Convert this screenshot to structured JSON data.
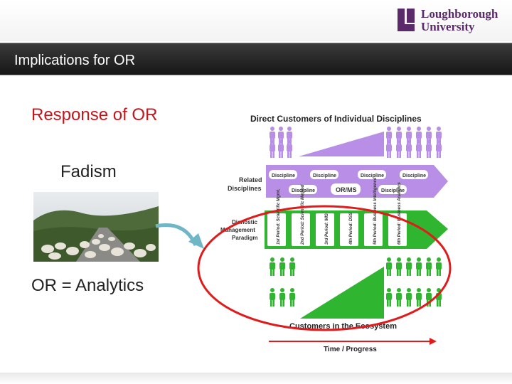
{
  "header": {
    "title": "Implications for OR"
  },
  "logo": {
    "line1": "Loughborough",
    "line2": "University",
    "color": "#5a2a6b"
  },
  "content": {
    "response": "Response of OR",
    "fadism": "Fadism",
    "analytics": "OR = Analytics"
  },
  "diagram": {
    "top_title": "Direct Customers of Individual Disciplines",
    "related_label_1": "Related",
    "related_label_2": "Disciplines",
    "disciplines": [
      "Discipline",
      "Discipline",
      "Discipline",
      "Discipline",
      "Discipline",
      "Discipline"
    ],
    "center_label": "OR/MS",
    "paradigm_1": "Dianostic",
    "paradigm_2": "Management",
    "paradigm_3": "Paradigm",
    "periods": [
      "1st Period: Scientific Mgmt.",
      "2nd Period: Scientific Method",
      "3rd Period: MIS",
      "4th Period: DSS",
      "5th Period: Business Intelligence",
      "6th Period: Business Analytics"
    ],
    "bottom_title": "Customers in the Ecosystem",
    "time_label": "Time / Progress",
    "colors": {
      "purple": "#b98ee6",
      "green": "#2fb52f",
      "red": "#e01b1b",
      "arrow": "#6fb6c6"
    }
  }
}
